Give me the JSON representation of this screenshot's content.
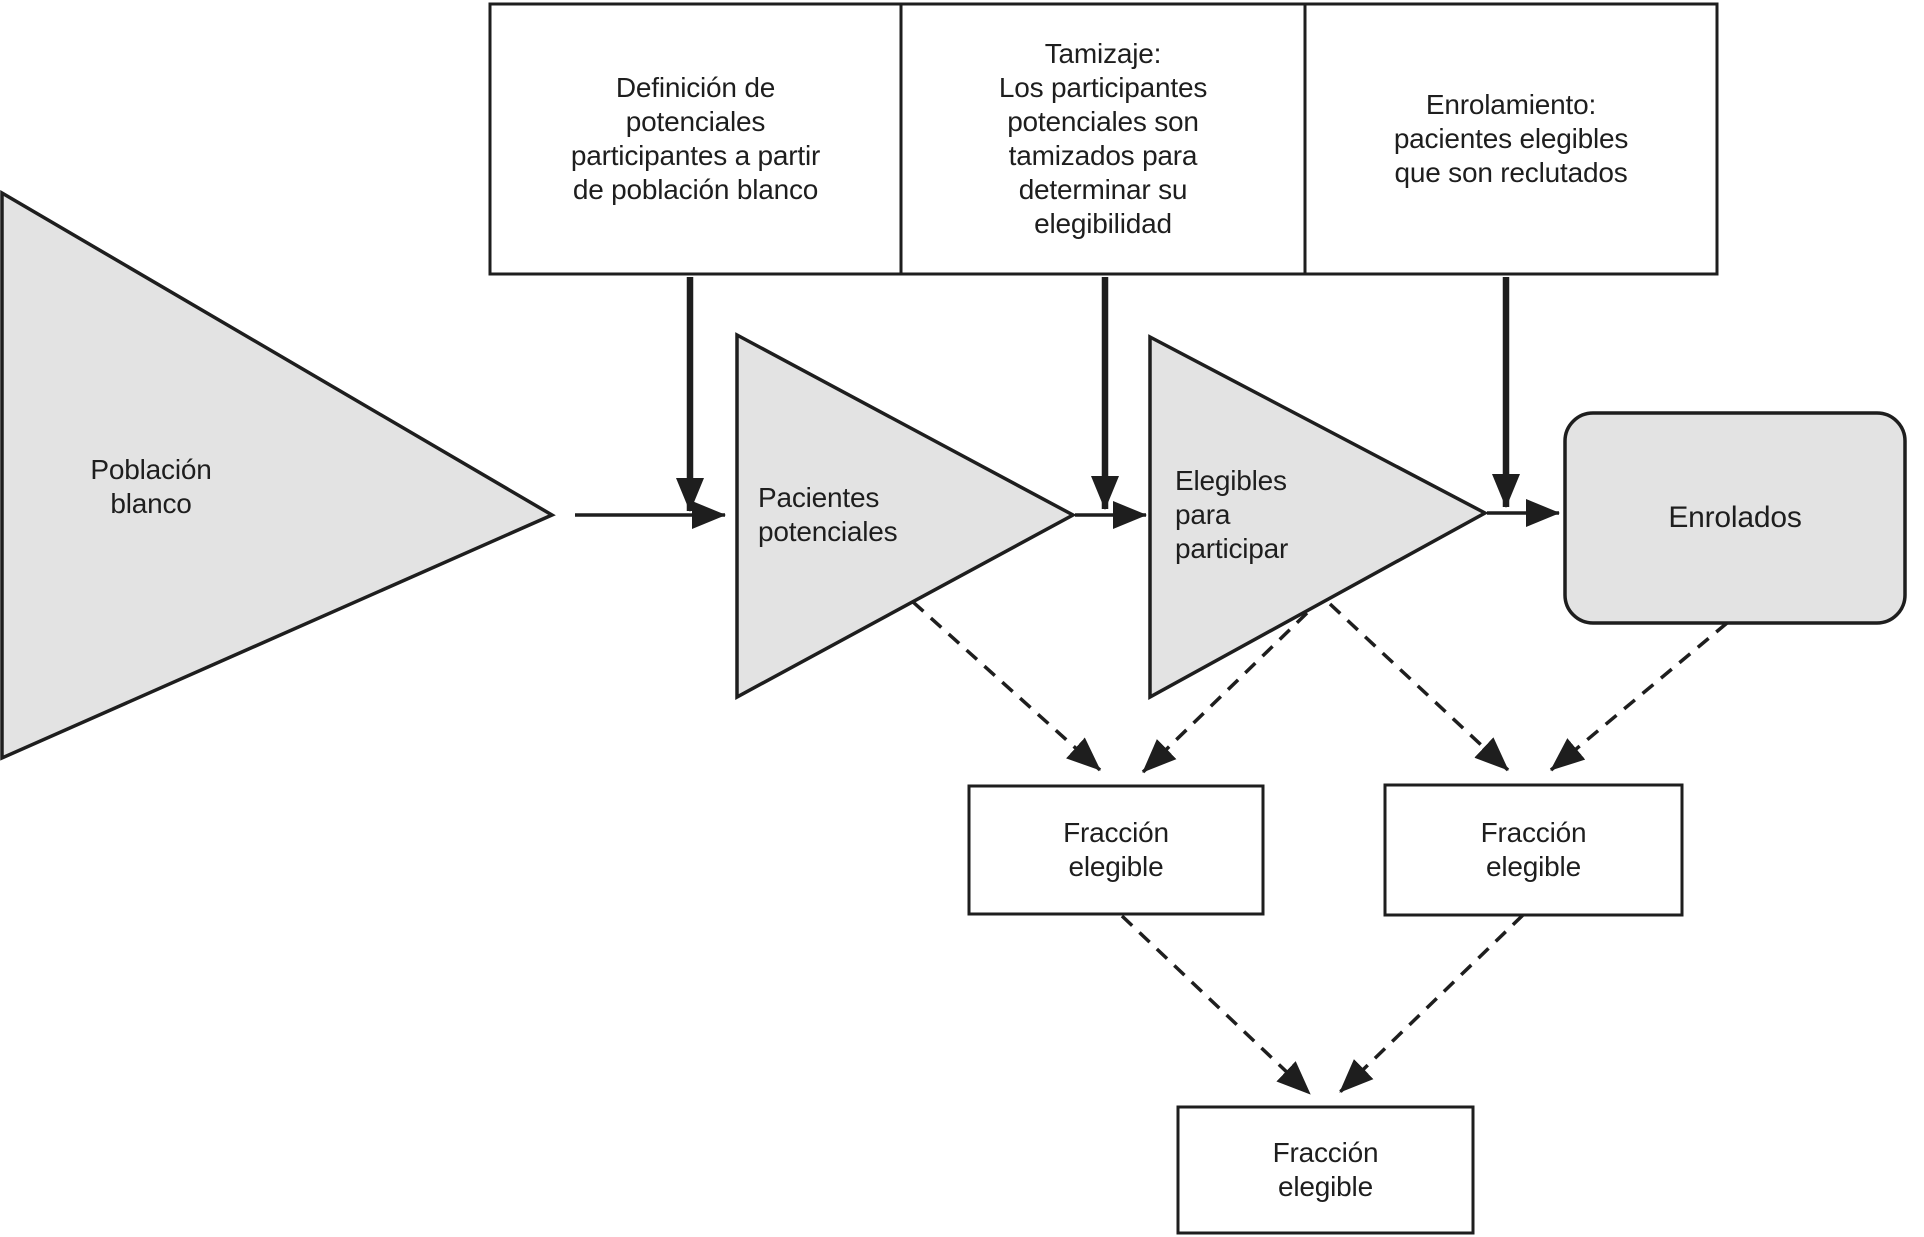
{
  "figure": {
    "background": "#ffffff",
    "line_color": "#1e1e1e",
    "shape_fill": "#e3e3e3",
    "process_boxes": [
      {
        "label": "Definición de\npotenciales\nparticipantes a partir\nde población blanco"
      },
      {
        "label": "Tamizaje:\nLos participantes\npotenciales son\ntamizados para\ndeterminar su\nelegibilidad"
      },
      {
        "label": "Enrolamiento:\npacientes elegibles\nque son reclutados"
      }
    ],
    "stages": [
      {
        "label": "Población\nblanco"
      },
      {
        "label": "Pacientes\npotenciales"
      },
      {
        "label": "Elegibles\npara\nparticipar"
      },
      {
        "label": "Enrolados"
      }
    ],
    "fractions": [
      {
        "label": "Fracción\nelegible"
      },
      {
        "label": "Fracción\nelegible"
      },
      {
        "label": "Fracción\nelegible"
      }
    ]
  }
}
